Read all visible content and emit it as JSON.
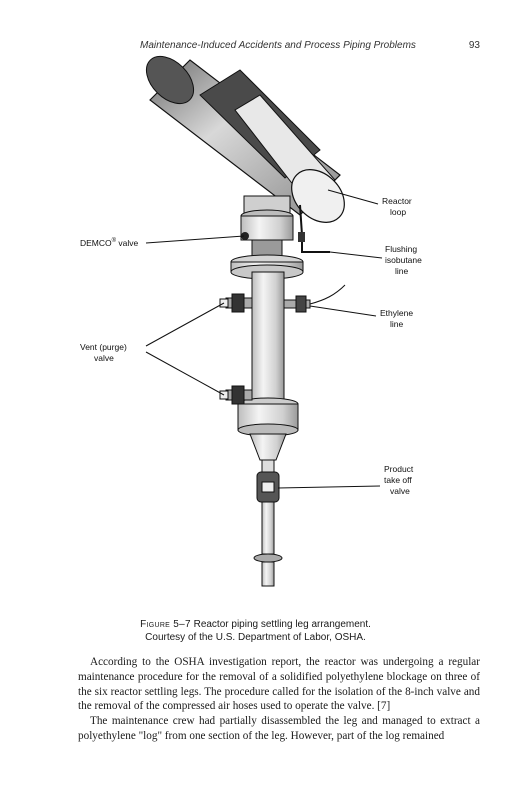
{
  "header": {
    "running_title": "Maintenance-Induced Accidents and Process Piping Problems",
    "page_number": "93"
  },
  "figure": {
    "labels": {
      "reactor_line1": "Reactor",
      "reactor_line2": "loop",
      "demco": "DEMCO",
      "demco_reg": "®",
      "demco_suffix": " valve",
      "flushing_line1": "Flushing",
      "flushing_line2": "isobutane",
      "flushing_line3": "line",
      "ethylene_line1": "Ethylene",
      "ethylene_line2": "line",
      "vent_line1": "Vent (purge)",
      "vent_line2": "valve",
      "product_line1": "Product",
      "product_line2": "take off",
      "product_line3": "valve"
    }
  },
  "caption": {
    "label": "Figure 5–7",
    "title": " Reactor piping settling leg arrangement.",
    "credit": "Courtesy of the U.S. Department of Labor, OSHA."
  },
  "body": {
    "paragraph1": "According to the OSHA investigation report, the reactor was undergoing a regular maintenance procedure for the removal of a solidified polyethylene blockage on three of the six reactor settling legs. The procedure called for the isolation of the 8-inch valve and the removal of the compressed air hoses used to operate the valve. [7]",
    "paragraph2": "The maintenance crew had partially disassembled the leg and managed to extract a polyethylene \"log\" from one section of the leg. However, part of the log remained"
  }
}
